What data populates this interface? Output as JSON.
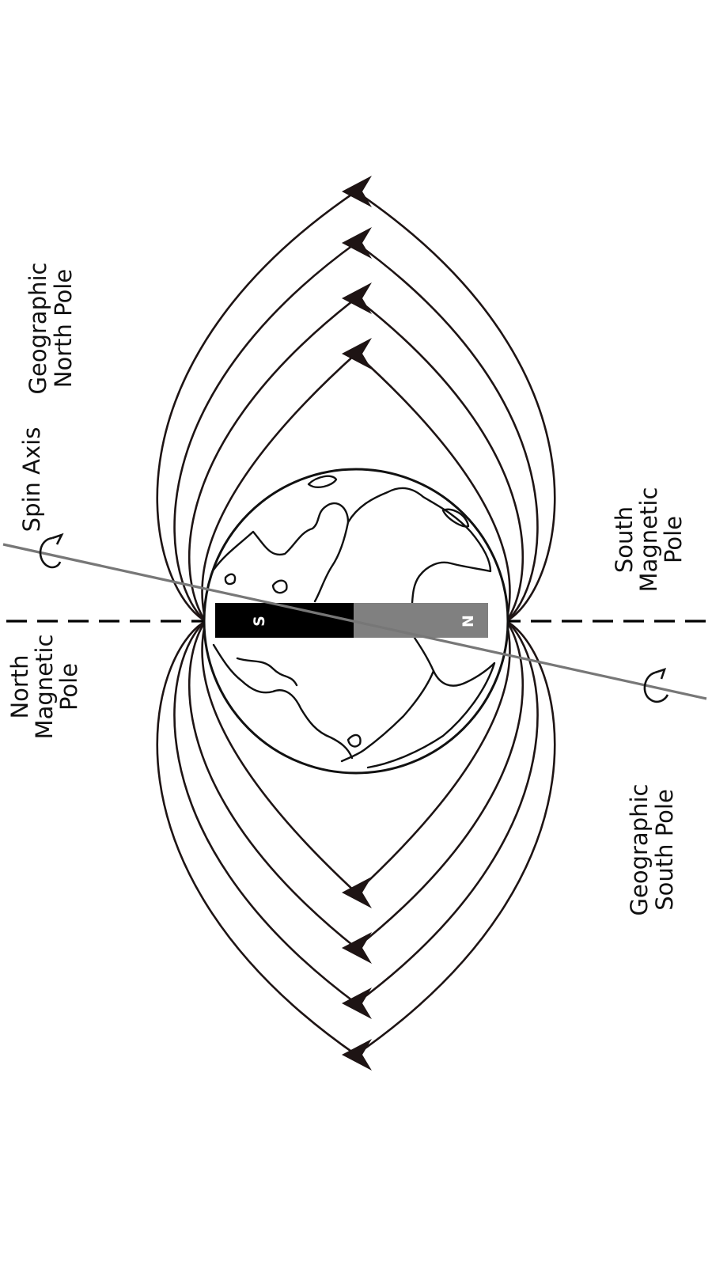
{
  "labels": {
    "spin_axis": "Spin Axis",
    "geo_north": [
      "Geographic",
      "North Pole"
    ],
    "geo_south": [
      "Geographic",
      "South Pole"
    ],
    "north_magnetic": [
      "North",
      "Magnetic",
      "Pole"
    ],
    "south_magnetic": [
      "South",
      "Magnetic",
      "Pole"
    ]
  },
  "magnet": {
    "south_label": "S",
    "north_label": "N",
    "south_color": "#000000",
    "north_color": "#808080"
  },
  "colors": {
    "field_lines": "#1e1414",
    "spin_axis_line": "#777777",
    "magnetic_axis_line": "#000000"
  }
}
